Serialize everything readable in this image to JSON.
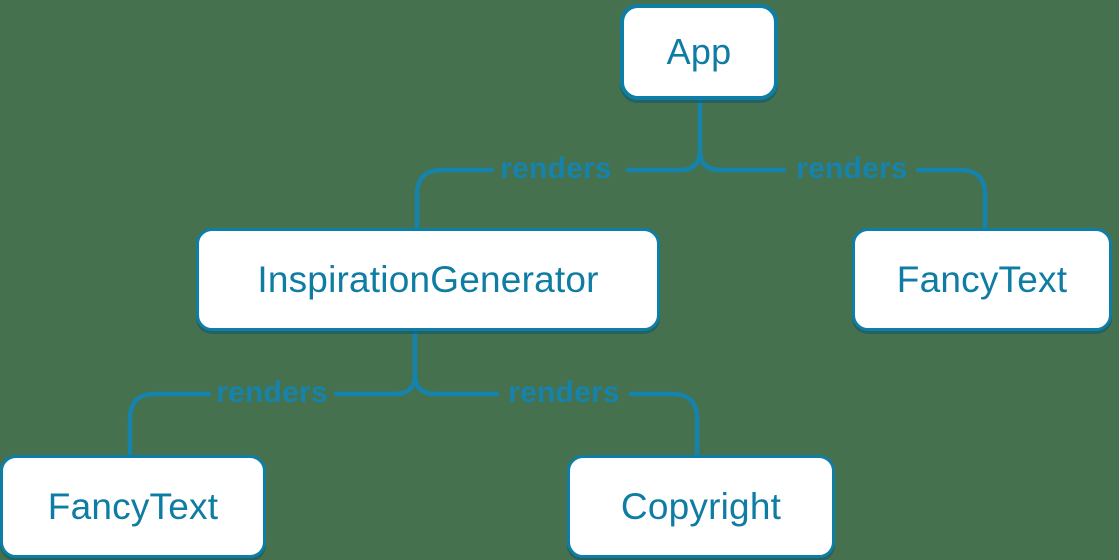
{
  "diagram": {
    "type": "component-render-tree",
    "background_color": "#46714e",
    "accent_color": "#0f7ea6",
    "node_fill_color": "#ffffff",
    "nodes": [
      {
        "id": "app",
        "label": "App"
      },
      {
        "id": "inspiration-generator",
        "label": "InspirationGenerator"
      },
      {
        "id": "fancy-text-right",
        "label": "FancyText"
      },
      {
        "id": "fancy-text-left",
        "label": "FancyText"
      },
      {
        "id": "copyright",
        "label": "Copyright"
      }
    ],
    "edges": [
      {
        "from": "App",
        "to": "InspirationGenerator",
        "label": "renders"
      },
      {
        "from": "App",
        "to": "FancyText",
        "label": "renders"
      },
      {
        "from": "InspirationGenerator",
        "to": "FancyText",
        "label": "renders"
      },
      {
        "from": "InspirationGenerator",
        "to": "Copyright",
        "label": "renders"
      }
    ]
  }
}
